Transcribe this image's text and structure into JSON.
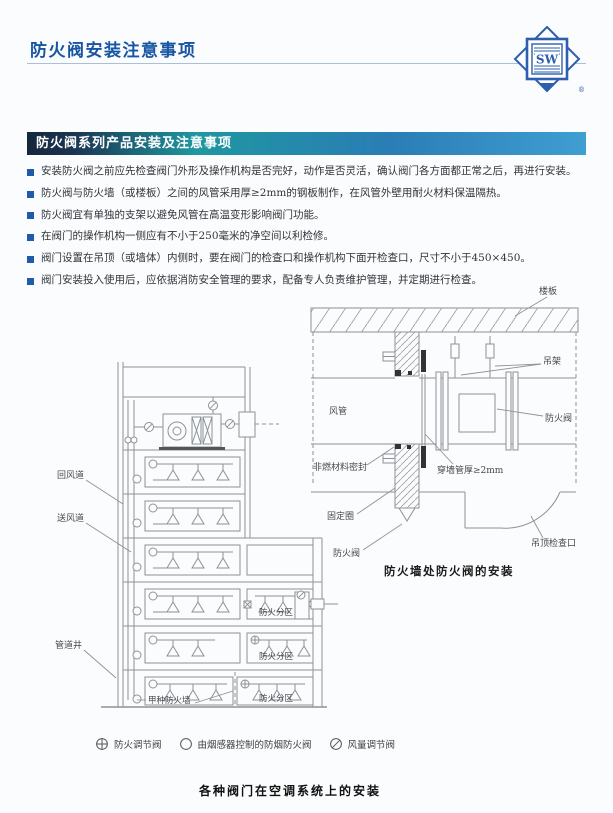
{
  "page_title": "防火阀安装注意事项",
  "logo": {
    "text": "SW",
    "registered_mark": "®"
  },
  "section_header": "防火阀系列产品安装及注意事项",
  "notes": [
    "安装防火阀之前应先检查阀门外形及操作机构是否完好，动作是否灵活，确认阀门各方面都正常之后，再进行安装。",
    "防火阀与防火墙（或楼板）之间的风管采用厚≥2mm的钢板制作，在风管外壁用耐火材料保温隔热。",
    "防火阀宜有单独的支架以避免风管在高温变形影响阀门功能。",
    "在阀门的操作机构一侧应有不小于250毫米的净空间以利检修。",
    "阀门设置在吊顶（或墙体）内侧时，要在阀门的检查口和操作机构下面开检查口，尺寸不小于450×450。",
    "阀门安装投入使用后，应依据消防安全管理的要求，配备专人负责维护管理，并定期进行检查。"
  ],
  "left_diagram": {
    "labels": {
      "return_air_duct": "回风道",
      "supply_air_duct": "送风道",
      "pipe_shaft": "管道井",
      "class_a_firewall": "甲种防火墙",
      "fire_compartment": "防火分区"
    }
  },
  "right_diagram": {
    "labels": {
      "floor_slab": "楼板",
      "hanger": "吊架",
      "air_duct": "风管",
      "fire_damper": "防火阀",
      "noncombustible_seal": "非燃材料密封",
      "wall_sleeve_thickness": "穿墙管厚≥2mm",
      "fixing_ring": "固定圈",
      "ceiling_access_port": "吊顶检查口"
    },
    "caption": "防火墙处防火阀的安装"
  },
  "legend": {
    "items": [
      {
        "symbol": "circle-cross-icon",
        "label": "防火调节阀"
      },
      {
        "symbol": "circle-icon",
        "label": "由烟感器控制的防烟防火阀"
      },
      {
        "symbol": "circle-slash-icon",
        "label": "风量调节阀"
      }
    ]
  },
  "figure_caption": "各种阀门在空调系统上的安装",
  "colors": {
    "title_blue": "#1856a4",
    "bullet_blue": "#1f5ba8",
    "logo_blue": "#2d5fae",
    "header_gradient": [
      "#14273d",
      "#1f97a0",
      "#3f9ed2"
    ],
    "page_background": "#fbfcfd",
    "diagram_line": "#8e9297"
  }
}
